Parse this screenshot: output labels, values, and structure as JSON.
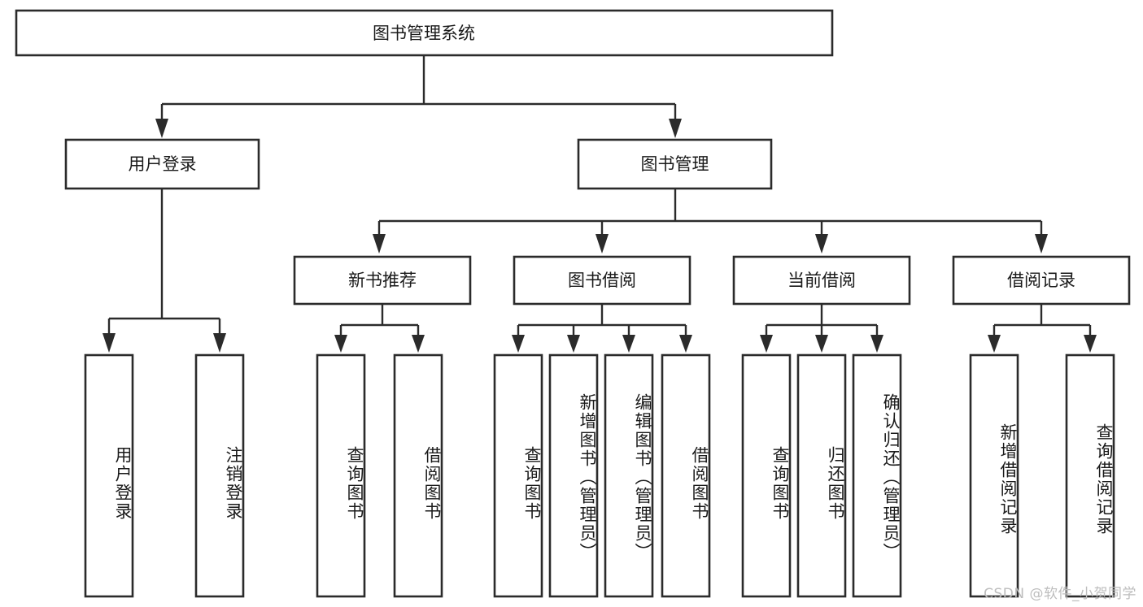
{
  "diagram": {
    "title": "图书管理系统",
    "type": "hierarchy-tree",
    "root": {
      "id": "root",
      "label": "图书管理系统",
      "level": 0
    },
    "level2": [
      {
        "id": "user-login",
        "label": "用户登录"
      },
      {
        "id": "book-manage",
        "label": "图书管理"
      }
    ],
    "level3": [
      {
        "id": "new-book-recommend",
        "label": "新书推荐",
        "parent": "book-manage"
      },
      {
        "id": "book-borrow",
        "label": "图书借阅",
        "parent": "book-manage"
      },
      {
        "id": "current-borrow",
        "label": "当前借阅",
        "parent": "book-manage"
      },
      {
        "id": "borrow-record",
        "label": "借阅记录",
        "parent": "book-manage"
      }
    ],
    "leaves": [
      {
        "id": "leaf-user-login",
        "label": "用户登录",
        "parent": "user-login"
      },
      {
        "id": "leaf-logout-login",
        "label": "注销登录",
        "parent": "user-login"
      },
      {
        "id": "leaf-query-book-1",
        "label": "查询图书",
        "parent": "new-book-recommend"
      },
      {
        "id": "leaf-borrow-book-1",
        "label": "借阅图书",
        "parent": "new-book-recommend"
      },
      {
        "id": "leaf-query-book-2",
        "label": "查询图书",
        "parent": "book-borrow"
      },
      {
        "id": "leaf-add-book",
        "label": "新增图书（管理员）",
        "parent": "book-borrow"
      },
      {
        "id": "leaf-edit-book",
        "label": "编辑图书（管理员）",
        "parent": "book-borrow"
      },
      {
        "id": "leaf-borrow-book-2",
        "label": "借阅图书",
        "parent": "book-borrow"
      },
      {
        "id": "leaf-query-book-3",
        "label": "查询图书",
        "parent": "current-borrow"
      },
      {
        "id": "leaf-return-book",
        "label": "归还图书",
        "parent": "current-borrow"
      },
      {
        "id": "leaf-confirm-return",
        "label": "确认归还（管理员）",
        "parent": "current-borrow"
      },
      {
        "id": "leaf-add-record",
        "label": "新增借阅记录",
        "parent": "borrow-record"
      },
      {
        "id": "leaf-query-record",
        "label": "查询借阅记录",
        "parent": "borrow-record"
      }
    ]
  },
  "watermark": {
    "text": "CSDN @软件_小贺同学"
  },
  "colors": {
    "stroke": "#2b2b2b",
    "box_fill": "#ffffff",
    "text": "#1a1a1a",
    "background": "#ffffff",
    "watermark": "#bdbdbd"
  }
}
